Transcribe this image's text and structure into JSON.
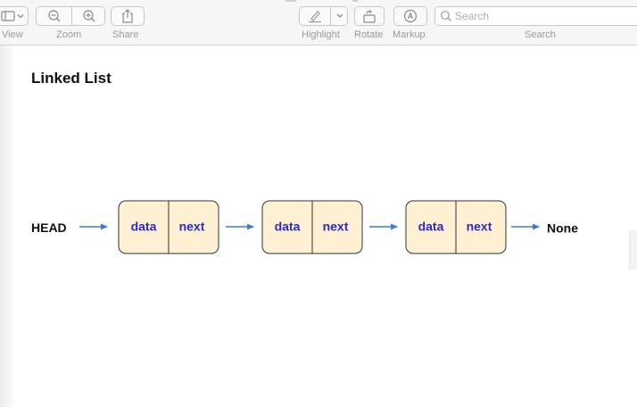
{
  "toolbar": {
    "view_label": "View",
    "zoom_label": "Zoom",
    "share_label": "Share",
    "highlight_label": "Highlight",
    "rotate_label": "Rotate",
    "markup_label": "Markup",
    "search_label": "Search",
    "search_placeholder": "Search"
  },
  "document": {
    "title": "Linked List",
    "head_label": "HEAD",
    "end_label": "None",
    "nodes": [
      {
        "data": "data",
        "next": "next"
      },
      {
        "data": "data",
        "next": "next"
      },
      {
        "data": "data",
        "next": "next"
      }
    ]
  },
  "colors": {
    "node_fill": "#fdf0d3",
    "node_stroke": "#333333",
    "node_text": "#2a2ad0",
    "arrow": "#3a7fc8"
  }
}
